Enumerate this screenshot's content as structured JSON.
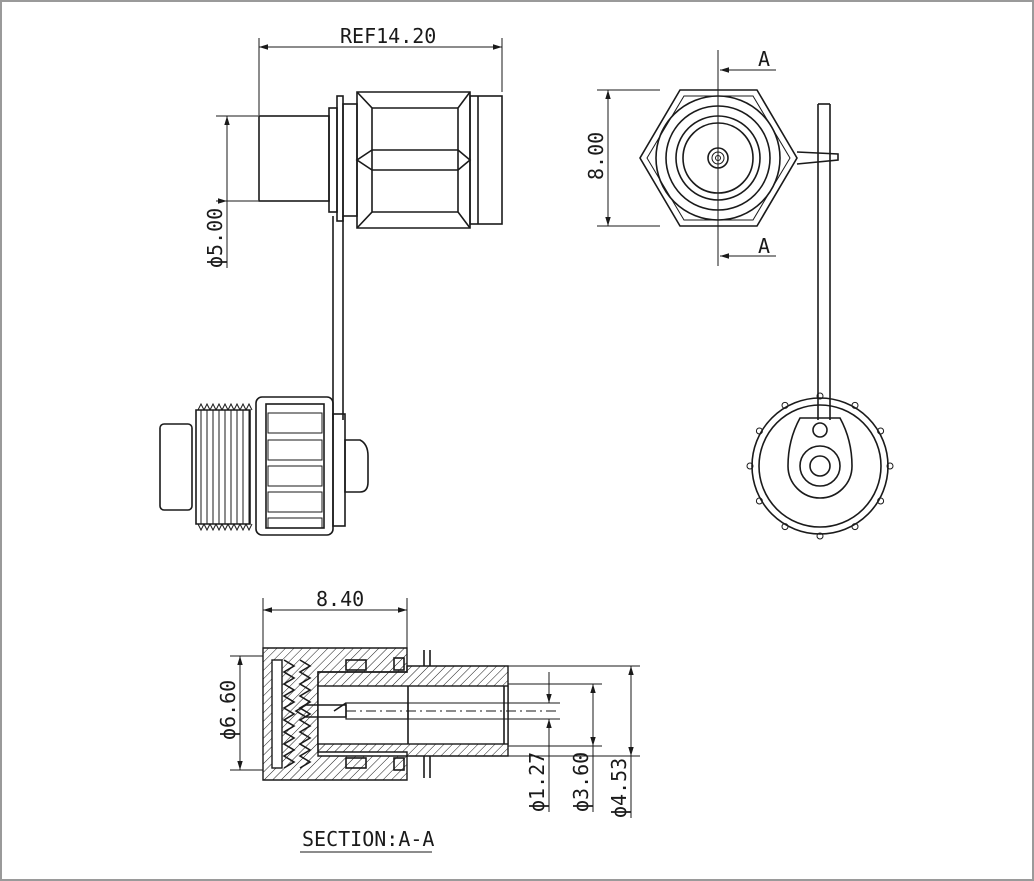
{
  "dimensions": {
    "ref_length": "REF14.20",
    "body_diameter": "ϕ5.00",
    "hex_height": "8.00",
    "section_marker_top": "A",
    "section_marker_bottom": "A",
    "cap_length": "8.40",
    "thread_diameter": "ϕ6.60",
    "pin_diameter": "ϕ1.27",
    "inner_diameter": "ϕ3.60",
    "outer_diameter": "ϕ4.53"
  },
  "section_caption": "SECTION:A-A"
}
